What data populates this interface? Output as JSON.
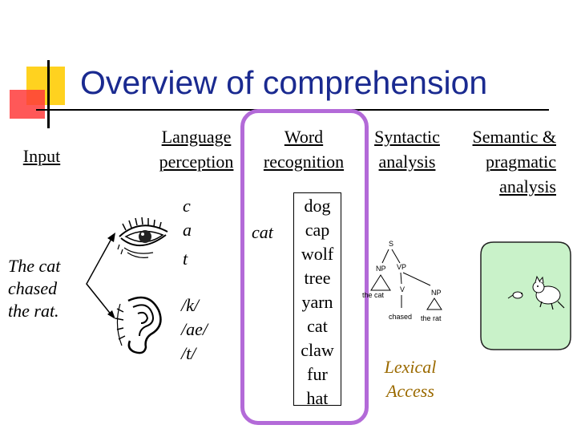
{
  "slide": {
    "title": "Overview of comprehension"
  },
  "headers": {
    "input": "Input",
    "language_perception": [
      "Language",
      "perception"
    ],
    "word_recognition": [
      "Word",
      "recognition"
    ],
    "syntactic_analysis": [
      "Syntactic",
      "analysis"
    ],
    "semantic_pragmatic": [
      "Semantic &",
      "pragmatic",
      "analysis"
    ]
  },
  "input_sentence": [
    "The cat",
    "chased",
    "the rat."
  ],
  "perception": {
    "letters": [
      "c",
      "a",
      "t"
    ],
    "phonemes": [
      "/k/",
      "/ae/",
      "/t/"
    ]
  },
  "recognized_word": "cat",
  "lexicon": [
    "dog",
    "cap",
    "wolf",
    "tree",
    "yarn",
    "cat",
    "claw",
    "fur",
    "hat"
  ],
  "parse_tree": {
    "root": "S",
    "np": "NP",
    "vp": "VP",
    "v": "V",
    "np2": "NP",
    "np_words": "the  cat",
    "v_word": "chased",
    "np2_words": "the  rat"
  },
  "lexical_access": [
    "Lexical",
    "Access"
  ],
  "icons": [
    "eye-icon",
    "ear-icon",
    "scene-icon"
  ],
  "colors": {
    "title": "#1a2a90",
    "highlight": "#b36ad8",
    "lexical_access": "#9b6a00",
    "scene_bg": "#c9f2c9",
    "accent_yellow": "#ffd21f",
    "accent_red": "#ff3b3b"
  }
}
